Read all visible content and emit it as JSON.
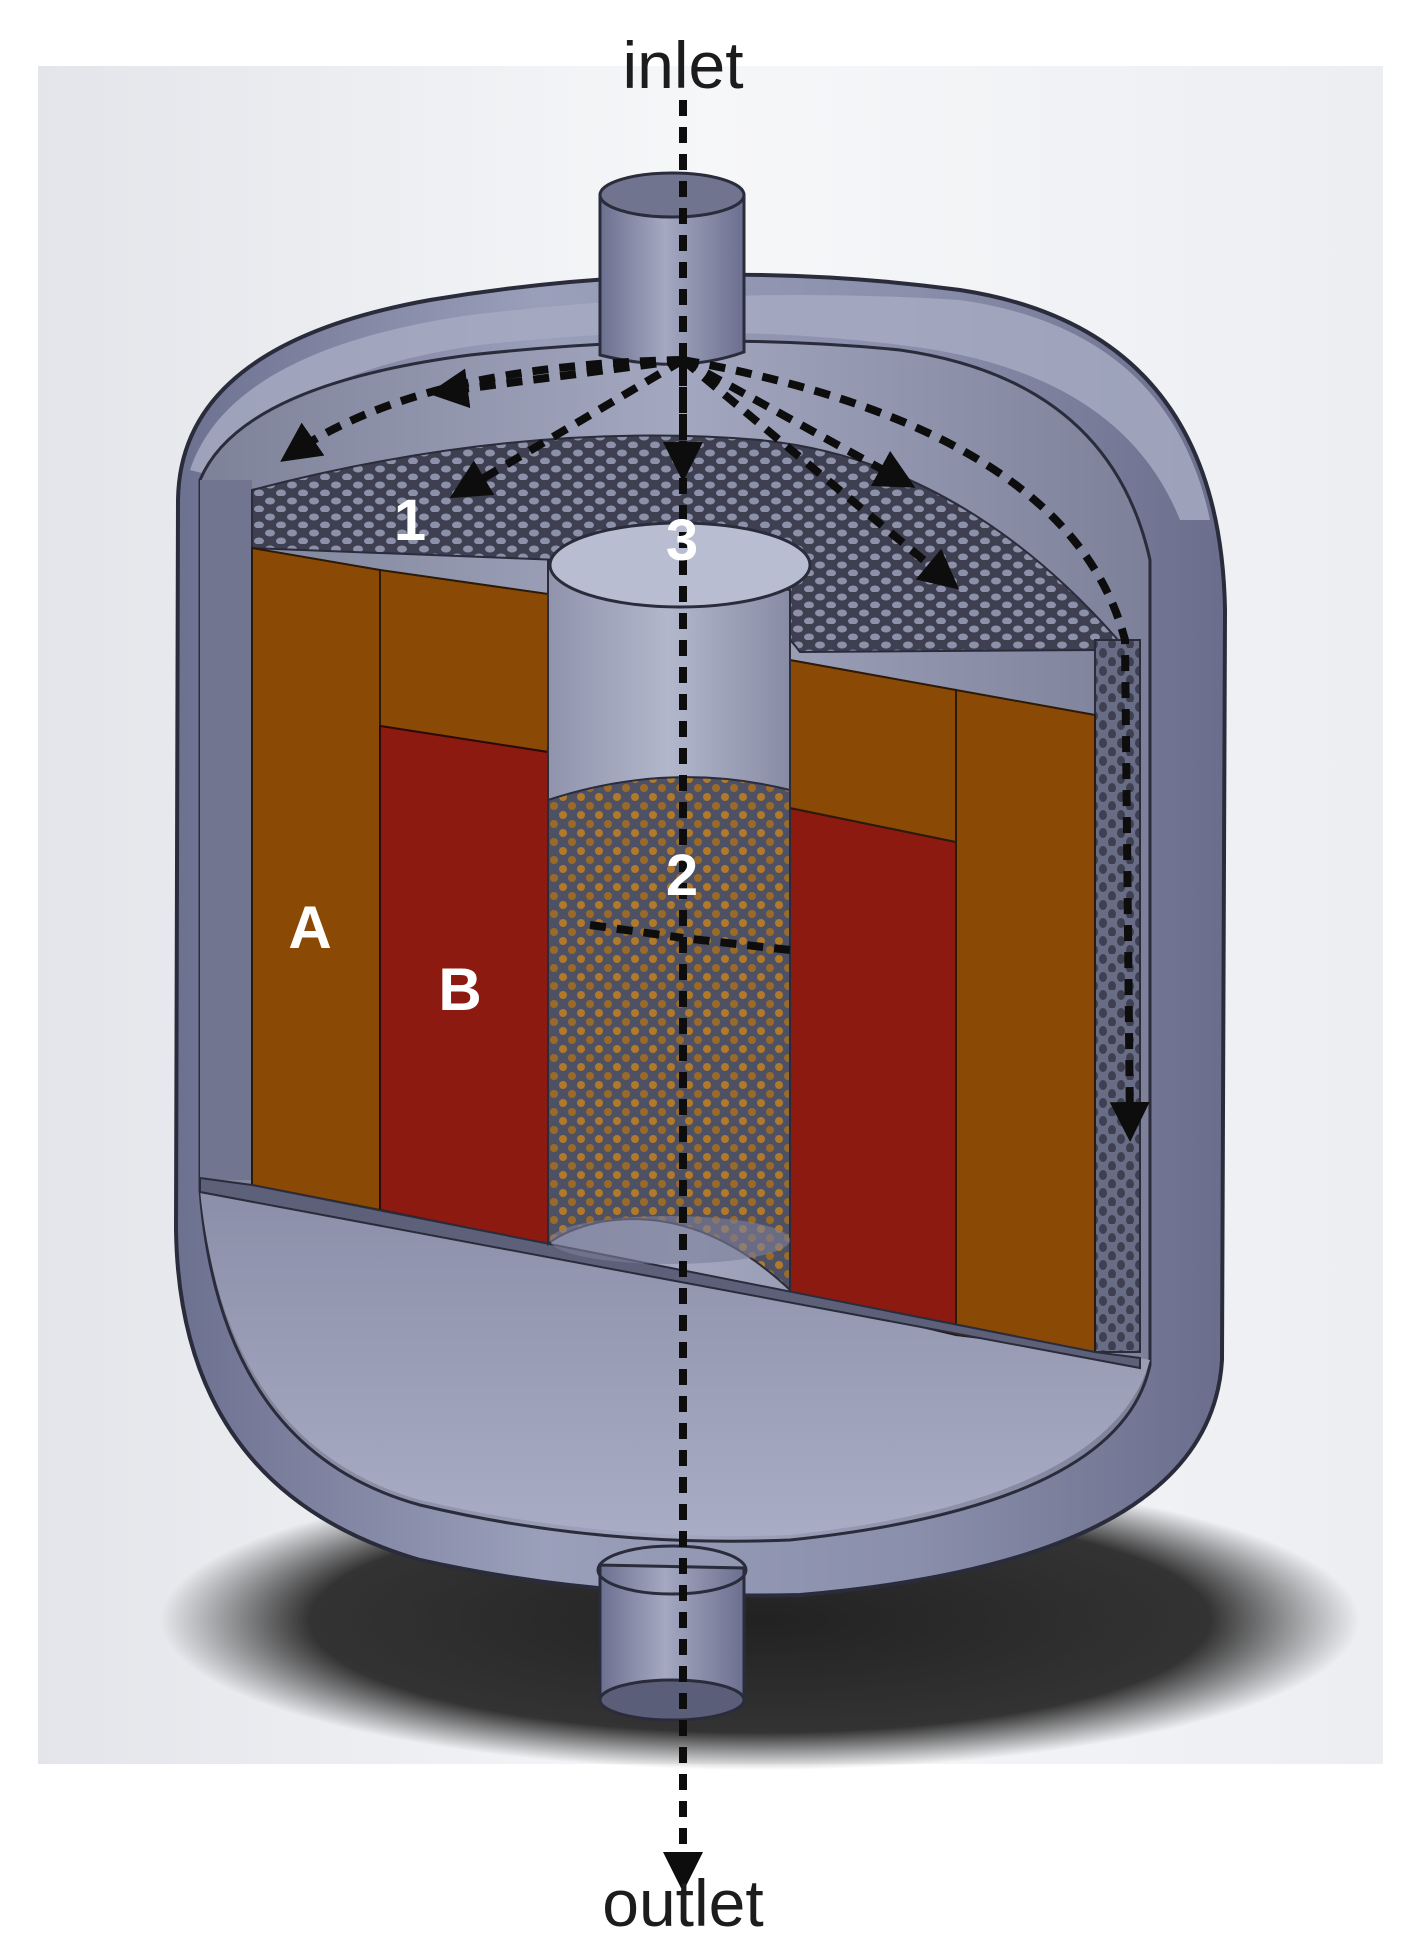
{
  "labels": {
    "inlet": "inlet",
    "outlet": "outlet",
    "zone_a": "A",
    "zone_b": "B",
    "marker_1": "1",
    "marker_2": "2",
    "marker_3": "3"
  },
  "colors": {
    "shell": "#8e93ad",
    "shell_dark": "#5f6380",
    "media_a": "#8a4a05",
    "media_b": "#8c1a10",
    "perforated": "#4a4c5e",
    "flow_arrow": "#0d0d0d"
  }
}
